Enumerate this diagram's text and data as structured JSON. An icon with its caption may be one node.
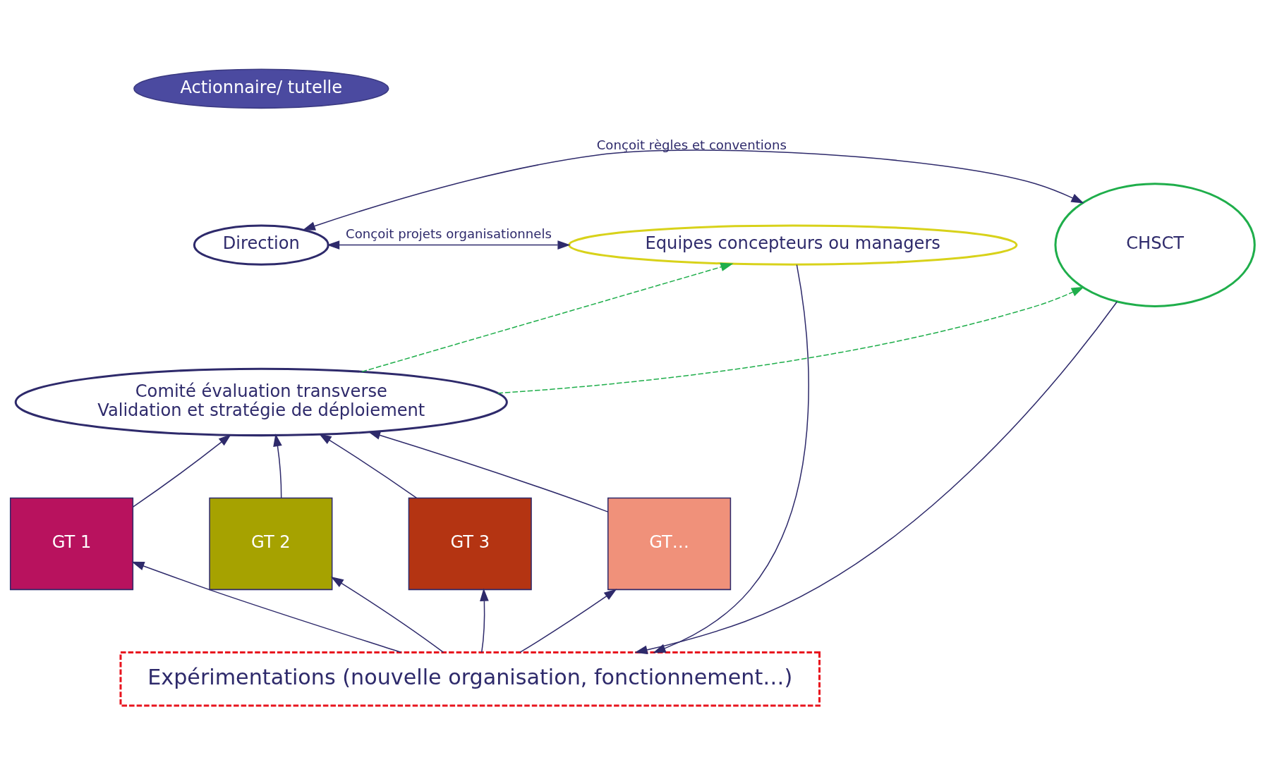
{
  "diagram": {
    "nodes": [
      {
        "text": [
          "Actionnaire/ tutelle"
        ]
      },
      {
        "text": [
          "Direction"
        ]
      },
      {
        "text": [
          "CHSCT"
        ]
      },
      {
        "text": [
          "Equipes concepteurs ou managers"
        ]
      },
      {
        "text": [
          "Comité évaluation transverse",
          "Validation et stratégie de déploiement"
        ]
      },
      {
        "text": [
          "GT 1"
        ]
      },
      {
        "text": [
          "GT 2"
        ]
      },
      {
        "text": [
          "GT 3"
        ]
      },
      {
        "text": [
          "GT…"
        ]
      },
      {
        "text": [
          "Expérimentations (nouvelle organisation, fonctionnement…)"
        ]
      }
    ],
    "edges": [
      {
        "from": 1,
        "to": 2,
        "arrow": "both",
        "label": "Conçoit règles et conventions"
      },
      {
        "from": 1,
        "to": 3,
        "arrow": "both",
        "label": "Conçoit projets organisationnels"
      },
      {
        "from": 4,
        "to": 2,
        "arrow": "to",
        "style": "dashed",
        "color": "#1fae4b"
      },
      {
        "from": 4,
        "to": 3,
        "arrow": "to",
        "style": "dashed",
        "color": "#1fae4b"
      },
      {
        "from": 5,
        "to": 4,
        "arrow": "to"
      },
      {
        "from": 6,
        "to": 4,
        "arrow": "to"
      },
      {
        "from": 7,
        "to": 4,
        "arrow": "to"
      },
      {
        "from": 8,
        "to": 4,
        "arrow": "to"
      },
      {
        "from": 2,
        "to": 9,
        "arrow": "to"
      },
      {
        "from": 3,
        "to": 9,
        "arrow": "to"
      },
      {
        "from": 9,
        "to": 5,
        "arrow": "to"
      },
      {
        "from": 9,
        "to": 6,
        "arrow": "to"
      },
      {
        "from": 9,
        "to": 7,
        "arrow": "to"
      },
      {
        "from": 9,
        "to": 8,
        "arrow": "to"
      }
    ]
  }
}
